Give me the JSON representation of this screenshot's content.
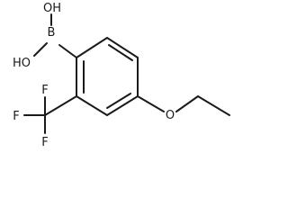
{
  "molecule": {
    "atoms": {
      "boron": "B",
      "oh_upper": "OH",
      "oh_lower": "HO",
      "ether_oxygen": "O",
      "fluorine_top": "F",
      "fluorine_left": "F",
      "fluorine_bottom": "F"
    }
  }
}
